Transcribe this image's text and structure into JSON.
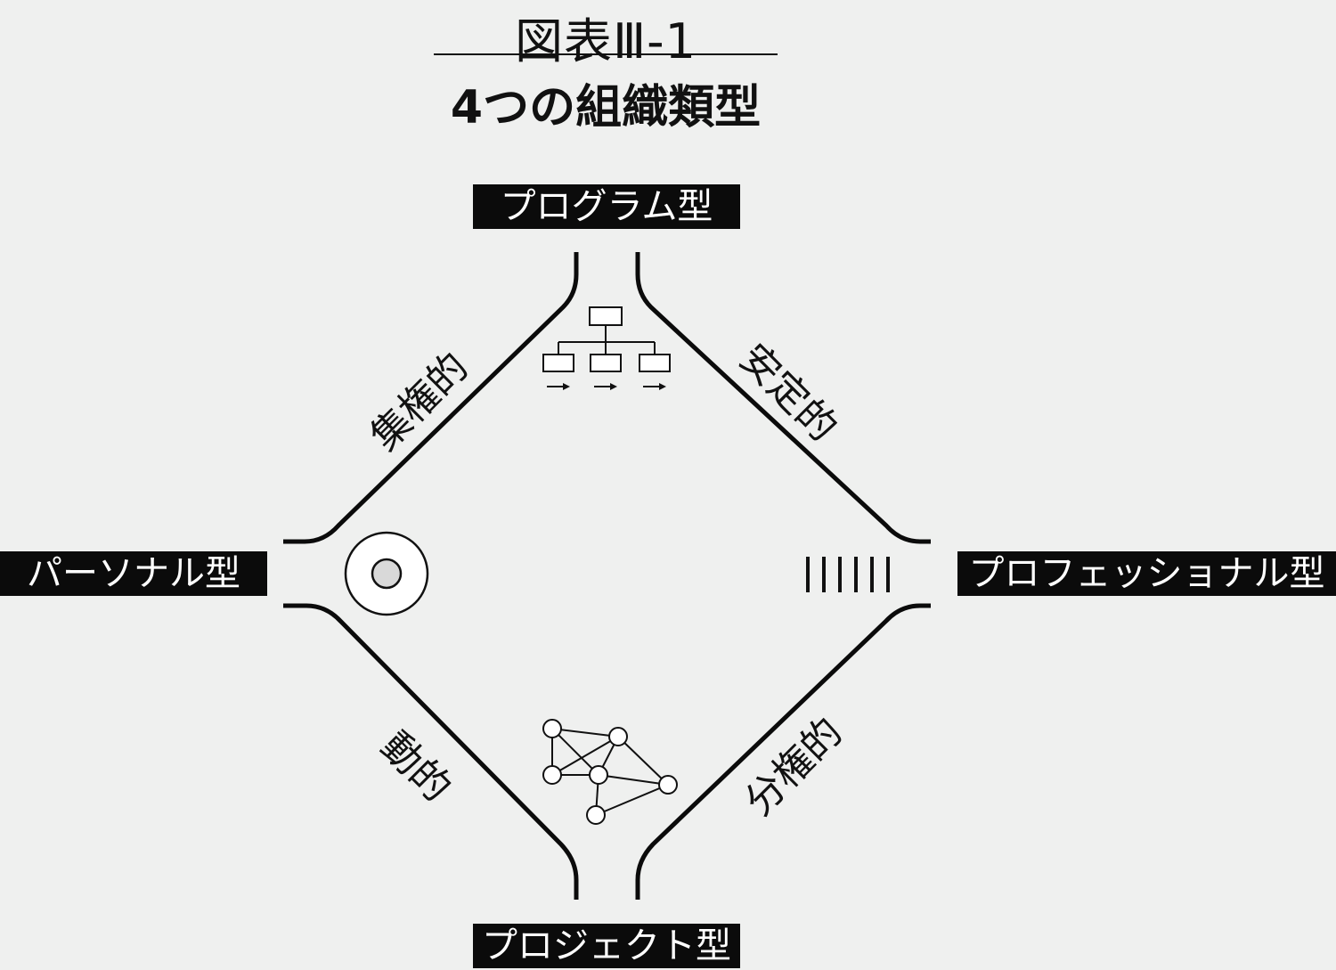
{
  "figure": {
    "label": "図表Ⅲ-1",
    "title": "4つの組織類型"
  },
  "types": {
    "top": "プログラム型",
    "left": "パーソナル型",
    "right": "プロフェッショナル型",
    "bottom": "プロジェクト型"
  },
  "axes": {
    "upper_left": "集権的",
    "upper_right": "安定的",
    "lower_left": "動的",
    "lower_right": "分権的"
  },
  "icons": {
    "top": "org-hierarchy-icon",
    "left": "concentric-circle-icon",
    "right": "parallel-lines-icon",
    "bottom": "network-icon"
  },
  "colors": {
    "background": "#eff0ef",
    "ink": "#111111",
    "label_bg": "#0b0b0b",
    "label_text": "#ffffff",
    "node_fill": "#d9d9d9"
  }
}
